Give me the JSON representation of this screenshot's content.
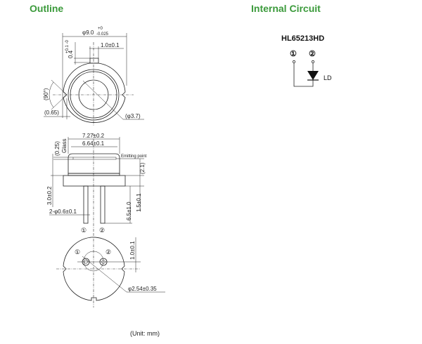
{
  "headings": {
    "outline": "Outline",
    "internal_circuit": "Internal Circuit"
  },
  "top_view": {
    "diameter": "φ9.0",
    "diameter_tol_plus": "+0",
    "diameter_tol_minus": "-0.025",
    "tab_width": "1.0±0.1",
    "tab_height": "0.4",
    "tab_height_tol": "+0.1 -0",
    "angle": "(90°)",
    "offset": "(0.65)",
    "window": "(φ3.7)"
  },
  "side_view": {
    "cap_outer": "7.27±0.2",
    "cap_inner": "6.64±0.1",
    "glass_thickness": "(0.25)",
    "glass_label": "Glass",
    "emitting_point": "Emitting point",
    "emit_height": "(2.1)",
    "body_height": "3.0±0.2",
    "lead_length": "6.5±1.0",
    "flange": "1.5±0.1",
    "lead_diameter": "2-φ0.6±0.1",
    "pin1": "①",
    "pin2": "②"
  },
  "bottom_view": {
    "pin1": "①",
    "pin2": "②",
    "pin_offset": "1.0±0.1",
    "pin_pitch": "φ2.54±0.35"
  },
  "circuit": {
    "part_number": "HL65213HD",
    "pin1": "①",
    "pin2": "②",
    "device_label": "LD"
  },
  "unit": "(Unit: mm)"
}
